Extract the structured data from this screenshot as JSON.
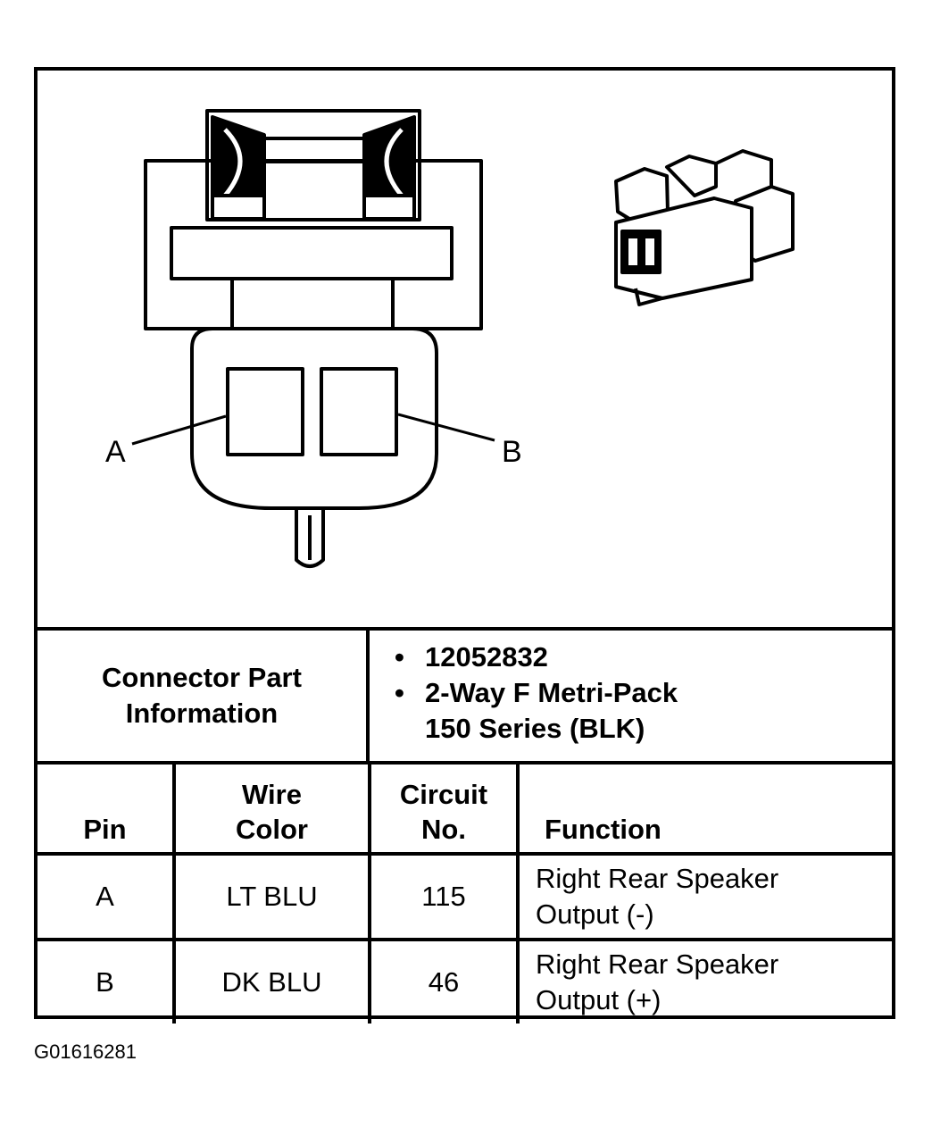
{
  "diagram": {
    "pin_labels": [
      "A",
      "B"
    ]
  },
  "connector_info": {
    "label": "Connector Part Information",
    "part_number": "12052832",
    "description": "2-Way F Metri-Pack 150 Series (BLK)"
  },
  "pin_table": {
    "headers": [
      "Pin",
      "Wire Color",
      "Circuit No.",
      "Function"
    ],
    "rows": [
      {
        "pin": "A",
        "wire_color": "LT BLU",
        "circuit": "115",
        "function": "Right Rear Speaker Output (-)"
      },
      {
        "pin": "B",
        "wire_color": "DK BLU",
        "circuit": "46",
        "function": "Right Rear Speaker Output (+)"
      }
    ]
  },
  "figure_id": "G01616281"
}
